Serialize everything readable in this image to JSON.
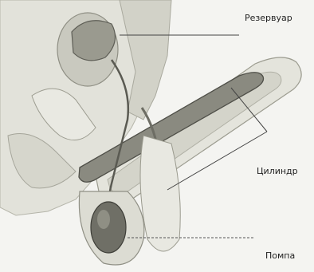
{
  "labels": {
    "reservoir": "Резервуар",
    "cylinder": "Цилиндр",
    "pump": "Помпа"
  },
  "colors": {
    "background": "#f4f4f1",
    "tissue": "#dcdcd4",
    "tissue_dark": "#b7b7ad",
    "device": "#8a8a80",
    "device_dark": "#55554d",
    "leader": "#444444"
  }
}
